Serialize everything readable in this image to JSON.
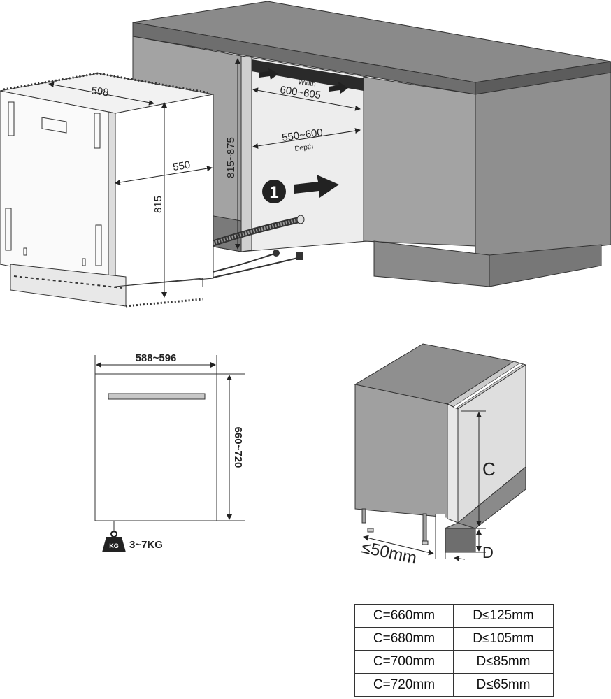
{
  "top_diagram": {
    "width_label": "598",
    "depth_label": "550",
    "height_label": "815",
    "niche_height_label": "815~875",
    "niche_width_title": "Width",
    "niche_width_label": "600~605",
    "niche_depth_label": "550~600",
    "niche_depth_title": "Depth",
    "step_number": "1"
  },
  "door_panel": {
    "width_label": "588~596",
    "height_label": "660~720",
    "weight_icon_text": "KG",
    "weight_label": "3~7KG"
  },
  "side_view": {
    "c_label": "C",
    "d_label": "D",
    "gap_label": "≤50mm"
  },
  "spec_table": {
    "rows": [
      {
        "c": "C=660mm",
        "d": "D≤125mm"
      },
      {
        "c": "C=680mm",
        "d": "D≤105mm"
      },
      {
        "c": "C=700mm",
        "d": "D≤85mm"
      },
      {
        "c": "C=720mm",
        "d": "D≤65mm"
      }
    ]
  }
}
